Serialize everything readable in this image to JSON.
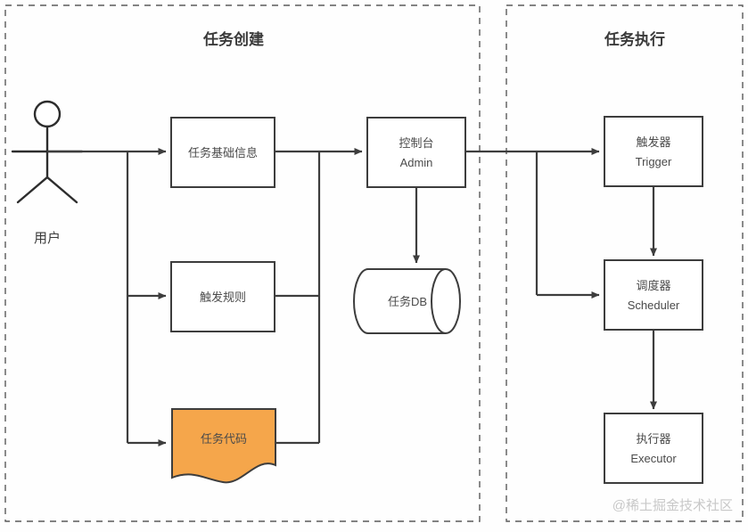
{
  "diagram": {
    "title_left": "任务创建",
    "title_right": "任务执行",
    "actor": {
      "label": "用户",
      "icon": "stick-figure-user-icon"
    },
    "nodes": {
      "task_basic_info": "任务基础信息",
      "trigger_rule": "触发规则",
      "task_code": "任务代码",
      "console_cn": "控制台",
      "console_en": "Admin",
      "task_db": "任务DB",
      "trigger_cn": "触发器",
      "trigger_en": "Trigger",
      "scheduler_cn": "调度器",
      "scheduler_en": "Scheduler",
      "executor_cn": "执行器",
      "executor_en": "Executor"
    },
    "watermark": "@稀土掘金技术社区",
    "colors": {
      "highlight_fill": "#F6A council",
      "task_code_fill": "#F5A64B",
      "stroke": "#3d3d3d",
      "panel_border": "#5a5a5a",
      "background": "#fefefe",
      "watermark": "#c8c8c8"
    }
  }
}
